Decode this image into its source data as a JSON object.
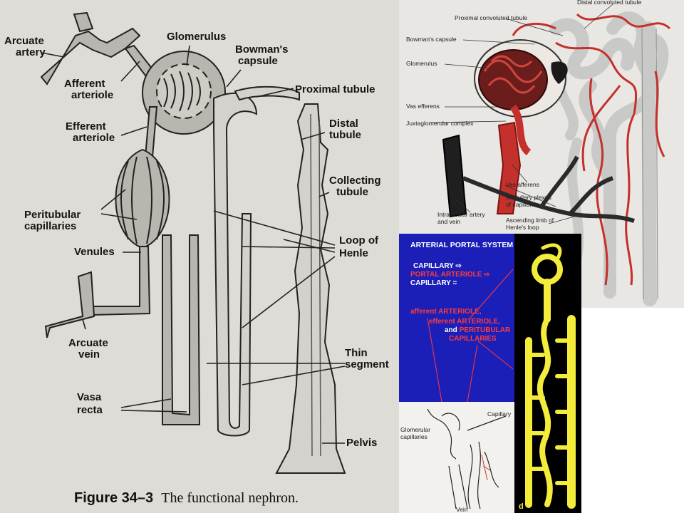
{
  "left_diagram": {
    "labels": {
      "arcuate_artery_1": "Arcuate",
      "arcuate_artery_2": "artery",
      "afferent_1": "Afferent",
      "afferent_2": "arteriole",
      "efferent_1": "Efferent",
      "efferent_2": "arteriole",
      "glomerulus": "Glomerulus",
      "bowmans_1": "Bowman's",
      "bowmans_2": "capsule",
      "proximal": "Proximal  tubule",
      "distal_1": "Distal",
      "distal_2": "tubule",
      "collecting_1": "Collecting",
      "collecting_2": "tubule",
      "peritubular_1": "Peritubular",
      "peritubular_2": "capillaries",
      "loop_1": "Loop  of",
      "loop_2": "Henle",
      "venules": "Venules",
      "arcuate_vein_1": "Arcuate",
      "arcuate_vein_2": "vein",
      "thin_1": "Thin",
      "thin_2": "segment",
      "vasa_1": "Vasa",
      "vasa_2": "recta",
      "pelvis": "Pelvis"
    },
    "caption_figure": "Figure 34–3",
    "caption_text": "The functional nephron."
  },
  "right_top_diagram": {
    "labels": {
      "distal": "Distal convoluted tubule",
      "proximal": "Proximal convoluted tubule",
      "bowmans": "Bowman's capsule",
      "glomerulus": "Glomerulus",
      "vas_efferens": "Vas efferens",
      "juxta": "Juxtaglomerular complex",
      "vas_afferens": "Vas afferens",
      "medullary_1": "Medullary plexus",
      "medullary_2": "of capillaries",
      "intralobular_1": "Intralobular artery",
      "intralobular_2": "and vein",
      "ascending_1": "Ascending limb of",
      "ascending_2": "Henle's loop"
    }
  },
  "blue_box": {
    "title": "ARTERIAL PORTAL SYSTEM",
    "line1": "CAPILLARY ⇨",
    "line2": "PORTAL ARTERIOLE ⇨",
    "line3": "CAPILLARY  =",
    "line4": "afferent ARTERIOLE,",
    "line5_a": "efferent",
    "line5_b": "ARTERIOLE,",
    "line6_a": "and",
    "line6_b": "PERITUBULAR",
    "line7": "CAPILLARIES"
  },
  "bottom_sketch": {
    "glomerular_1": "Glomerular",
    "glomerular_2": "capillaries",
    "capillary": "Capillary",
    "vein": "Vein"
  },
  "yellow_panel": {
    "letter": "d"
  },
  "colors": {
    "vessel_fill": "#b9b6b0",
    "paper": "#dedcd6",
    "artery_red": "#c4302b",
    "vein_dark": "#2a2a2a",
    "tubule_gray": "#c9c9c7",
    "blue_bg": "#1b1fb8",
    "red_text": "#ff3b3b",
    "yellow": "#f4ec3a"
  }
}
